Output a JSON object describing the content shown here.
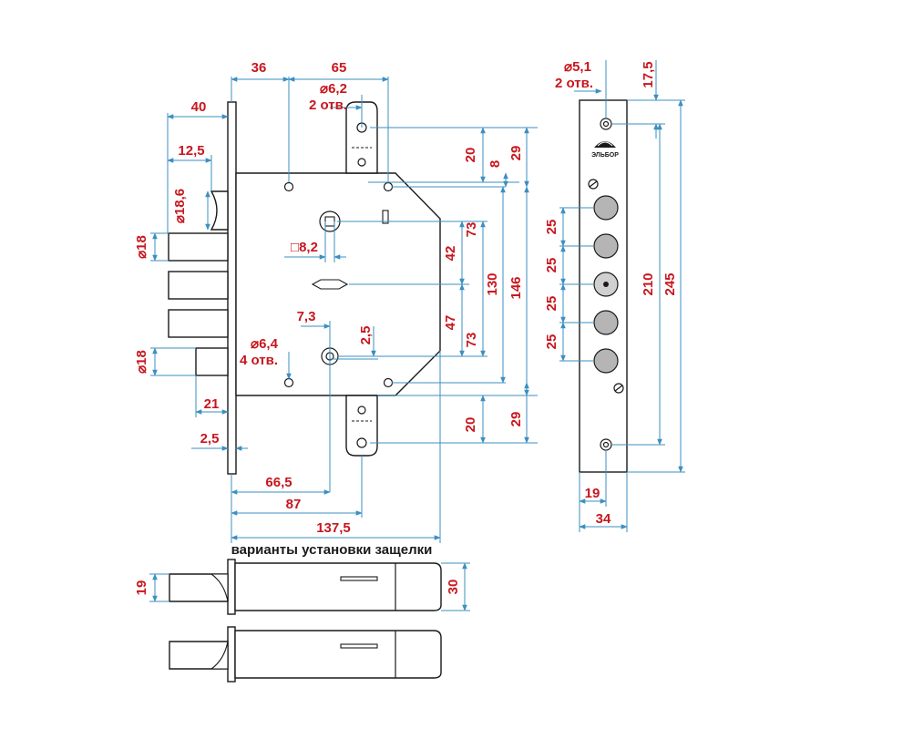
{
  "brand": "ЭЛЬБОР",
  "caption": "варианты установки защелки",
  "lock_dimensions": {
    "d36": "36",
    "d65": "65",
    "d40": "40",
    "d12_5": "12,5",
    "dia18_6": "⌀18,6",
    "dia6_2": "⌀6,2",
    "holes2": "2 отв.",
    "d20_top": "20",
    "d8": "8",
    "d29_top": "29",
    "d73_top": "73",
    "d42": "42",
    "d130": "130",
    "d146": "146",
    "sq8_2": "□8,2",
    "dia18_top": "⌀18",
    "d7_3": "7,3",
    "d2_5_mid": "2,5",
    "dia6_4": "⌀6,4",
    "holes4": "4 отв.",
    "d47": "47",
    "d73_bot": "73",
    "dia18_bot": "⌀18",
    "d21": "21",
    "d20_bot": "20",
    "d29_bot": "29",
    "d2_5_left": "2,5",
    "d66_5": "66,5",
    "d87": "87",
    "d137_5": "137,5"
  },
  "faceplate_dimensions": {
    "dia5_1": "⌀5,1",
    "holes2": "2 отв.",
    "d17_5": "17,5",
    "d25_a": "25",
    "d25_b": "25",
    "d25_c": "25",
    "d25_d": "25",
    "d210": "210",
    "d245": "245",
    "d19": "19",
    "d34": "34"
  },
  "latch_dimensions": {
    "d19": "19",
    "d30": "30"
  }
}
